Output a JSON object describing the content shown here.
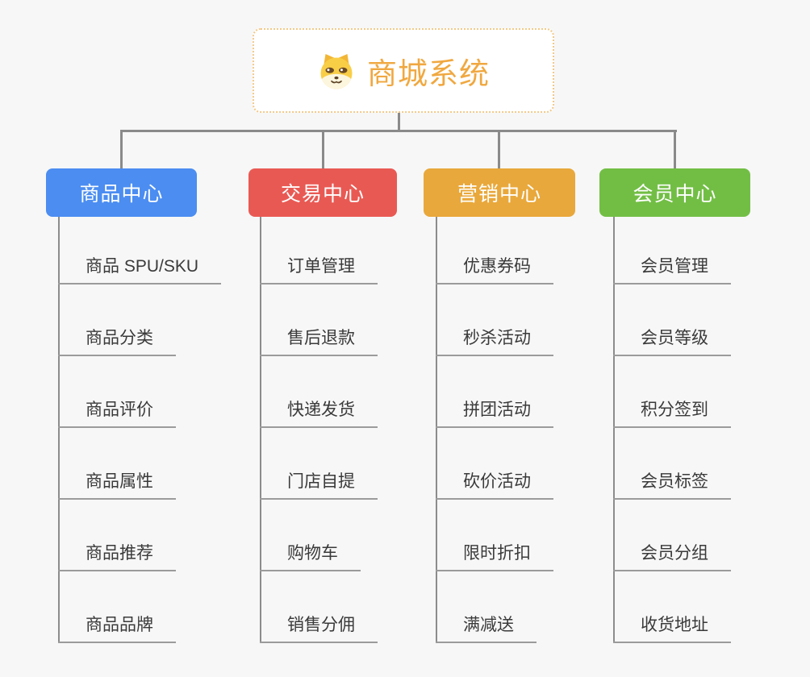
{
  "root": {
    "title": "商城系统"
  },
  "icons": {
    "root_icon": "dog-face-icon"
  },
  "colors": {
    "background": "#f7f7f7",
    "root_text": "#f0a840",
    "root_border": "#f2c98a",
    "connector": "#8a8a8a",
    "leaf_underline": "#9b9b9b",
    "leaf_text": "#3a3a3a",
    "branch_product": "#4b8df1",
    "branch_trade": "#e95953",
    "branch_marketing": "#e9a83b",
    "branch_member": "#72be45"
  },
  "branches": [
    {
      "label": "商品中心",
      "color": "#4b8df1",
      "children": [
        "商品 SPU/SKU",
        "商品分类",
        "商品评价",
        "商品属性",
        "商品推荐",
        "商品品牌"
      ]
    },
    {
      "label": "交易中心",
      "color": "#e95953",
      "children": [
        "订单管理",
        "售后退款",
        "快递发货",
        "门店自提",
        "购物车",
        "销售分佣"
      ]
    },
    {
      "label": "营销中心",
      "color": "#e9a83b",
      "children": [
        "优惠券码",
        "秒杀活动",
        "拼团活动",
        "砍价活动",
        "限时折扣",
        "满减送"
      ]
    },
    {
      "label": "会员中心",
      "color": "#72be45",
      "children": [
        "会员管理",
        "会员等级",
        "积分签到",
        "会员标签",
        "会员分组",
        "收货地址"
      ]
    }
  ]
}
